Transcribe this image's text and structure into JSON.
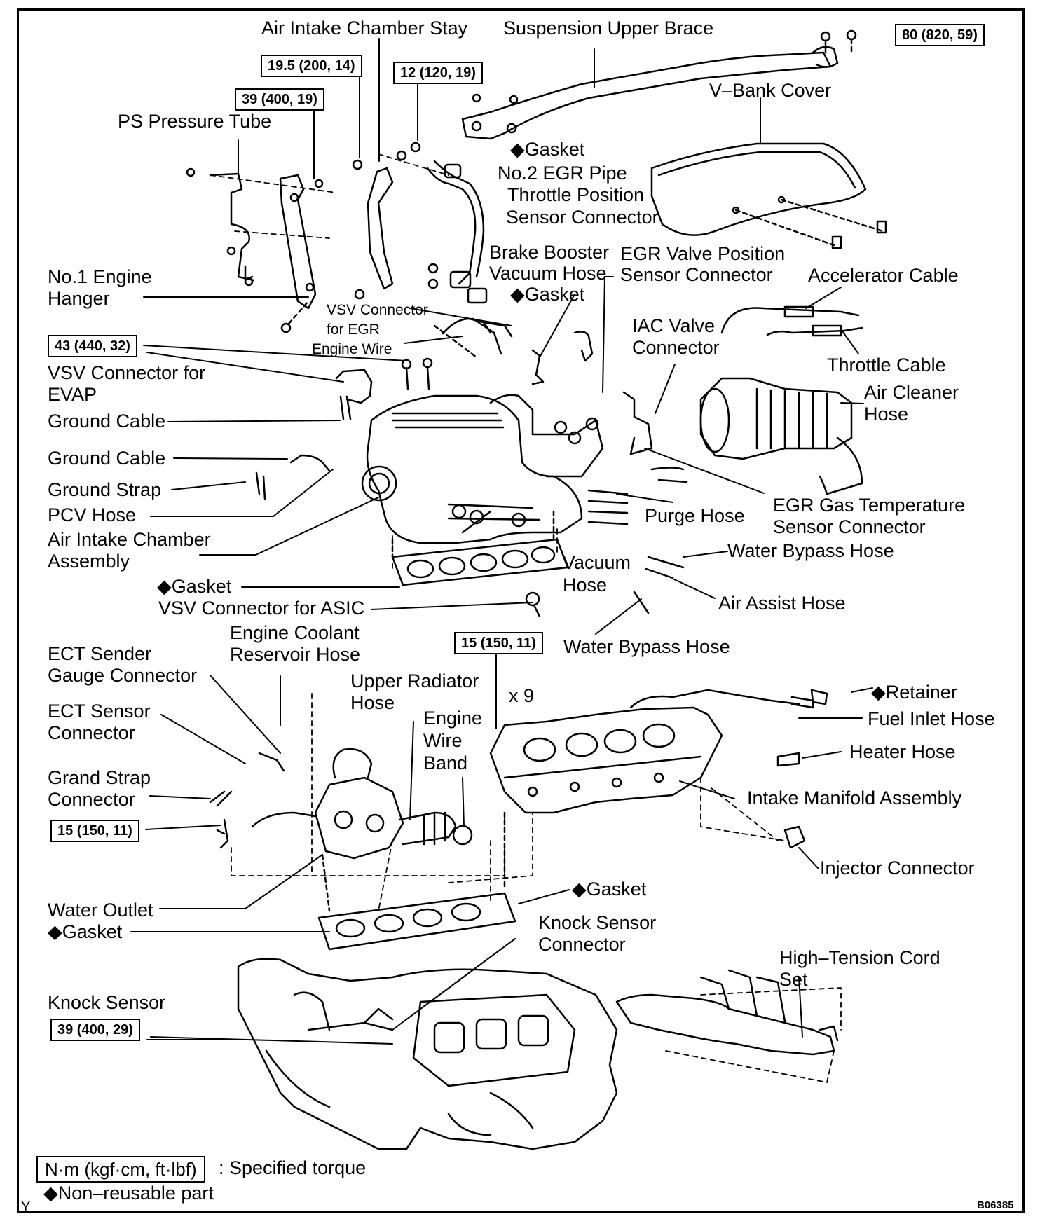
{
  "labels": {
    "air_intake_chamber_stay": "Air Intake Chamber Stay",
    "suspension_upper_brace": "Suspension Upper Brace",
    "v_bank_cover": "V–Bank Cover",
    "ps_pressure_tube": "PS Pressure Tube",
    "gasket": "◆Gasket",
    "no2_egr_pipe": "No.2 EGR Pipe",
    "throttle_position_1": "Throttle Position",
    "throttle_position_2": "Sensor Connector",
    "brake_booster_1": "Brake Booster",
    "brake_booster_2": "Vacuum Hose",
    "egr_valve_pos_1": "EGR Valve Position",
    "egr_valve_pos_2": "Sensor Connector",
    "accelerator_cable": "Accelerator Cable",
    "no1_engine_1": "No.1 Engine",
    "no1_engine_2": "Hanger",
    "vsv_egr_1": "VSV Connector",
    "vsv_egr_2": "for EGR",
    "engine_wire": "Engine Wire",
    "iac_valve_1": "IAC Valve",
    "iac_valve_2": "Connector",
    "throttle_cable": "Throttle Cable",
    "air_cleaner_1": "Air Cleaner",
    "air_cleaner_2": "Hose",
    "vsv_evap_1": "VSV Connector for",
    "vsv_evap_2": "EVAP",
    "ground_cable": "Ground Cable",
    "ground_strap": "Ground Strap",
    "pcv_hose": "PCV Hose",
    "purge_hose": "Purge Hose",
    "egr_gas_temp_1": "EGR Gas Temperature",
    "egr_gas_temp_2": "Sensor Connector",
    "air_intake_chamber_1": "Air Intake Chamber",
    "air_intake_chamber_2": "Assembly",
    "vacuum_1": "Vacuum",
    "vacuum_2": "Hose",
    "water_bypass_hose": "Water Bypass Hose",
    "vsv_asic": "VSV Connector for ASIC",
    "air_assist_hose": "Air Assist Hose",
    "engine_coolant_1": "Engine Coolant",
    "engine_coolant_2": "Reservoir Hose",
    "ect_sender_1": "ECT Sender",
    "ect_sender_2": "Gauge Connector",
    "upper_radiator_1": "Upper Radiator",
    "upper_radiator_2": "Hose",
    "x9": "x 9",
    "retainer": "◆Retainer",
    "ect_sensor_1": "ECT Sensor",
    "ect_sensor_2": "Connector",
    "engine_wire_band_1": "Engine",
    "engine_wire_band_2": "Wire",
    "engine_wire_band_3": "Band",
    "fuel_inlet_hose": "Fuel Inlet Hose",
    "heater_hose": "Heater Hose",
    "grand_strap_1": "Grand Strap",
    "grand_strap_2": "Connector",
    "intake_manifold": "Intake Manifold Assembly",
    "injector_connector": "Injector Connector",
    "water_outlet": "Water Outlet",
    "knock_sensor_conn_1": "Knock Sensor",
    "knock_sensor_conn_2": "Connector",
    "high_tension_1": "High–Tension Cord",
    "high_tension_2": "Set",
    "knock_sensor": "Knock Sensor"
  },
  "torques": {
    "t_19_5": "19.5 (200, 14)",
    "t_12": "12 (120, 19)",
    "t_39a": "39 (400, 19)",
    "t_80": "80 (820, 59)",
    "t_43": "43 (440, 32)",
    "t_15a": "15 (150, 11)",
    "t_15b": "15 (150, 11)",
    "t_39b": "39 (400, 29)"
  },
  "legend": {
    "unit_box": "N·m (kgf·cm, ft·lbf)",
    "specified_torque": ": Specified torque",
    "non_reusable": "◆Non–reusable part"
  },
  "corner_mark": "Y",
  "figure_code": "B06385"
}
